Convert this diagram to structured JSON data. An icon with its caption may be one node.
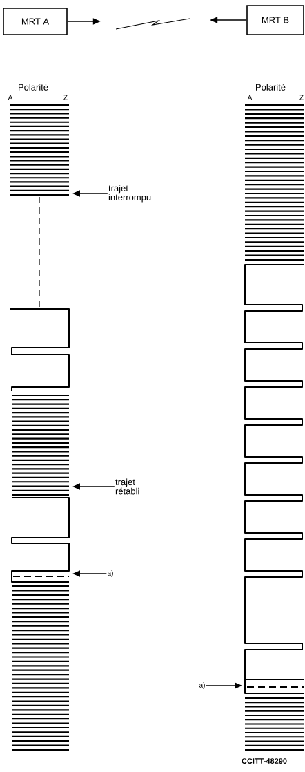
{
  "diagram": {
    "nodes": [
      {
        "text": [
          "MRT A"
        ]
      },
      {
        "text": [
          "MRT B"
        ]
      },
      {
        "text": [],
        "shape": "zigzag"
      },
      {
        "text": [
          "trajet interrompu"
        ]
      },
      {
        "text": [
          "trajet rétabli"
        ]
      },
      {
        "text": [
          "a)"
        ]
      },
      {
        "text": [
          "a)"
        ]
      }
    ],
    "edges": [
      {
        "from": 0,
        "to": 2,
        "arrow": "to"
      },
      {
        "from": 1,
        "to": 2,
        "arrow": "to"
      },
      {
        "from": 3,
        "to": null,
        "arrow": "to"
      },
      {
        "from": 4,
        "to": null,
        "arrow": "to"
      },
      {
        "from": 5,
        "to": null,
        "arrow": "to"
      },
      {
        "from": 6,
        "to": null,
        "arrow": "to"
      }
    ],
    "labels": [
      "Polarité",
      "A",
      "Z",
      "Polarité",
      "A",
      "Z",
      "CCITT-48290"
    ]
  }
}
